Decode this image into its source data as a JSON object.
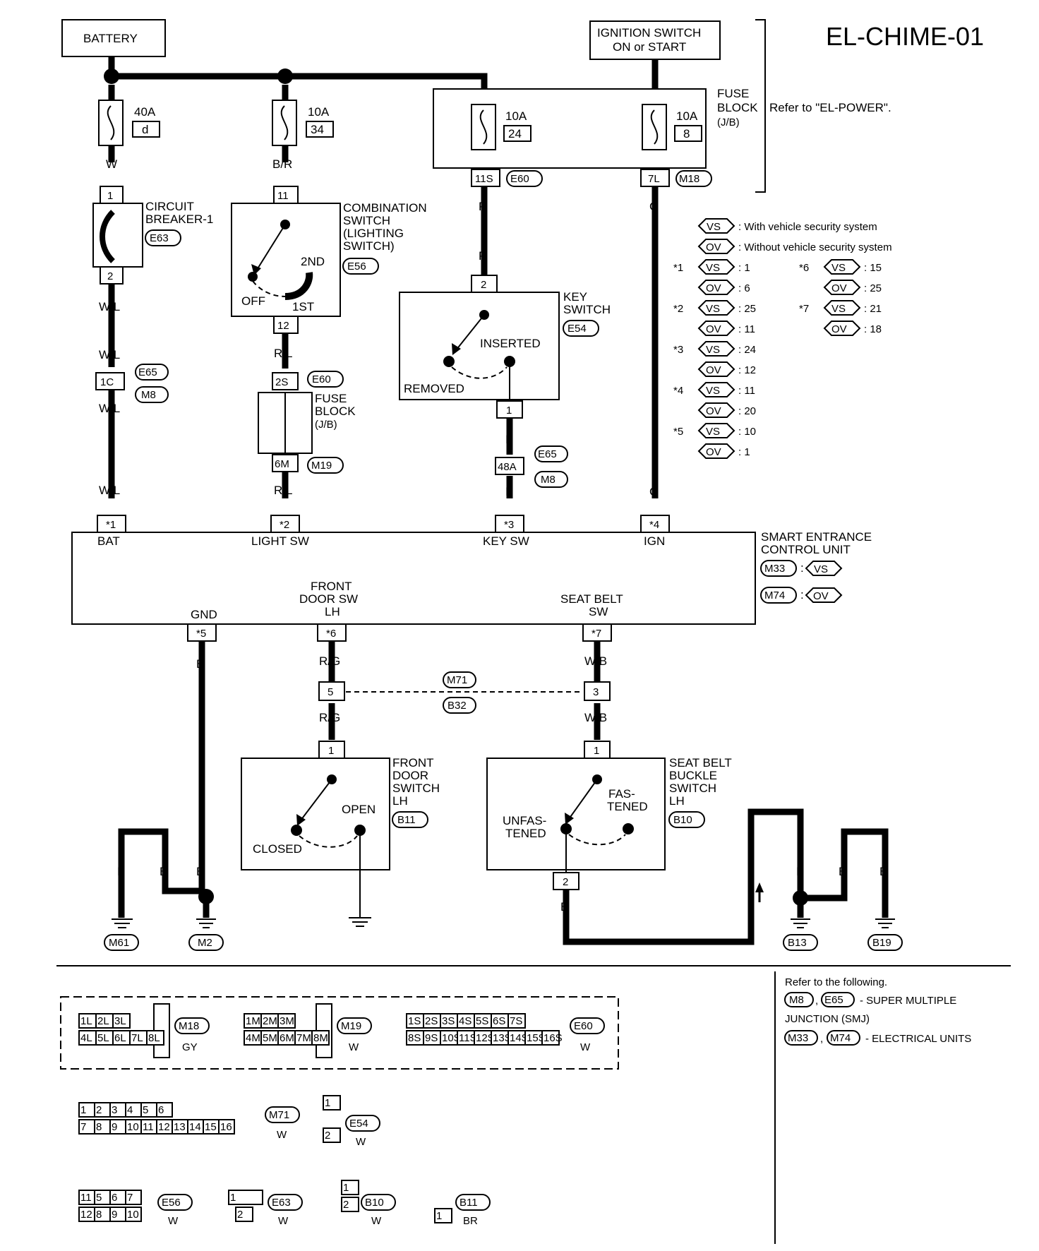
{
  "title": "EL-CHIME-01",
  "sources": {
    "battery": "BATTERY",
    "ignition_line1": "IGNITION SWITCH",
    "ignition_line2": "ON or START"
  },
  "fuses": {
    "f40": {
      "amp": "40A",
      "id": "d"
    },
    "f34": {
      "amp": "10A",
      "id": "34"
    },
    "f24": {
      "amp": "10A",
      "id": "24"
    },
    "f8": {
      "amp": "10A",
      "id": "8"
    },
    "fuse_block_lines": [
      "FUSE",
      "BLOCK",
      "(J/B)"
    ],
    "refer": "Refer to \"EL-POWER\"."
  },
  "wire_colors": {
    "w": "W",
    "br": "B/R",
    "p": "P",
    "g": "G",
    "wl": "W/L",
    "rl": "R/L",
    "l": "L",
    "b": "B",
    "rg": "R/G",
    "wb": "W/B"
  },
  "pins": {
    "p1": "1",
    "p2": "2",
    "p11": "11",
    "p12": "12",
    "p1c": "1C",
    "p2s": "2S",
    "p6m": "6M",
    "p11s": "11S",
    "p7l": "7L",
    "p48a": "48A",
    "s1": "*1",
    "s2": "*2",
    "s3": "*3",
    "s4": "*4",
    "s5": "*5",
    "s6": "*6",
    "s7": "*7",
    "p5": "5",
    "p3": "3"
  },
  "connectors": {
    "E63": "E63",
    "E56": "E56",
    "E54": "E54",
    "E60": "E60",
    "M18": "M18",
    "E65": "E65",
    "M8": "M8",
    "M19": "M19",
    "M33": "M33",
    "M74": "M74",
    "M71": "M71",
    "B32": "B32",
    "B11": "B11",
    "B10": "B10",
    "M61": "M61",
    "M2": "M2",
    "B13": "B13",
    "B19": "B19",
    "VS": "VS",
    "OV": "OV"
  },
  "components": {
    "circuit_breaker": [
      "CIRCUIT",
      "BREAKER-1"
    ],
    "combination_switch": [
      "COMBINATION",
      "SWITCH",
      "(LIGHTING",
      "SWITCH)"
    ],
    "off": "OFF",
    "first": "1ST",
    "second": "2ND",
    "key_switch": [
      "KEY",
      "SWITCH"
    ],
    "inserted": "INSERTED",
    "removed": "REMOVED",
    "fuse_block2": [
      "FUSE",
      "BLOCK",
      "(J/B)"
    ],
    "front_door_switch": [
      "FRONT",
      "DOOR",
      "SWITCH",
      "LH"
    ],
    "open": "OPEN",
    "closed": "CLOSED",
    "seat_belt_switch": [
      "SEAT BELT",
      "BUCKLE",
      "SWITCH",
      "LH"
    ],
    "fastened": [
      "FAS-",
      "TENED"
    ],
    "unfastened": [
      "UNFAS-",
      "TENED"
    ]
  },
  "unit": {
    "name": [
      "SMART ENTRANCE",
      "CONTROL UNIT"
    ],
    "bat": "BAT",
    "light_sw": "LIGHT SW",
    "key_sw": "KEY SW",
    "ign": "IGN",
    "gnd": "GND",
    "front_door": [
      "FRONT",
      "DOOR SW",
      "LH"
    ],
    "seat_belt": [
      "SEAT BELT",
      "SW"
    ]
  },
  "legend": {
    "vs_desc": ": With vehicle security system",
    "ov_desc": ": Without vehicle security system",
    "notes": [
      {
        "star": "*1",
        "vs": ": 1",
        "ov": ": 6"
      },
      {
        "star": "*2",
        "vs": ": 25",
        "ov": ": 11"
      },
      {
        "star": "*3",
        "vs": ": 24",
        "ov": ": 12"
      },
      {
        "star": "*4",
        "vs": ": 11",
        "ov": ": 20"
      },
      {
        "star": "*5",
        "vs": ": 10",
        "ov": ": 1"
      },
      {
        "star": "*6",
        "vs": ": 15",
        "ov": ": 25"
      },
      {
        "star": "*7",
        "vs": ": 21",
        "ov": ": 18"
      }
    ]
  },
  "refer_box": {
    "line1": "Refer to the following.",
    "smj_suffix": "- SUPER MULTIPLE",
    "smj_line2": "JUNCTION (SMJ)",
    "eu_suffix": "- ELECTRICAL UNITS"
  },
  "connector_views": {
    "m18_top": [
      "1L",
      "2L",
      "3L"
    ],
    "m18_bottom": [
      "4L",
      "5L",
      "6L",
      "7L",
      "8L"
    ],
    "m18_color": "GY",
    "m19_top": [
      "1M",
      "2M",
      "3M"
    ],
    "m19_bottom": [
      "4M",
      "5M",
      "6M",
      "7M",
      "8M"
    ],
    "m19_color": "W",
    "e60_top": [
      "1S",
      "2S",
      "3S",
      "4S",
      "5S",
      "6S",
      "7S"
    ],
    "e60_bottom": [
      "8S",
      "9S",
      "10S",
      "11S",
      "12S",
      "13S",
      "14S",
      "15S",
      "16S"
    ],
    "e60_color": "W",
    "m71_top": [
      "1",
      "2",
      "3",
      "4",
      "5",
      "6"
    ],
    "m71_bottom": [
      "7",
      "8",
      "9",
      "10",
      "11",
      "12",
      "13",
      "14",
      "15",
      "16"
    ],
    "m71_color": "W",
    "e54_pins": [
      "1",
      "2"
    ],
    "e54_color": "W",
    "e56_top": [
      "11",
      "5",
      "6",
      "7"
    ],
    "e56_bottom": [
      "12",
      "8",
      "9",
      "10"
    ],
    "e56_color": "W",
    "e63_pins": [
      "1",
      "2"
    ],
    "e63_color": "W",
    "b10_pins": [
      "1",
      "2"
    ],
    "b10_color": "W",
    "b11_pins": [
      "1"
    ],
    "b11_color": "BR"
  }
}
